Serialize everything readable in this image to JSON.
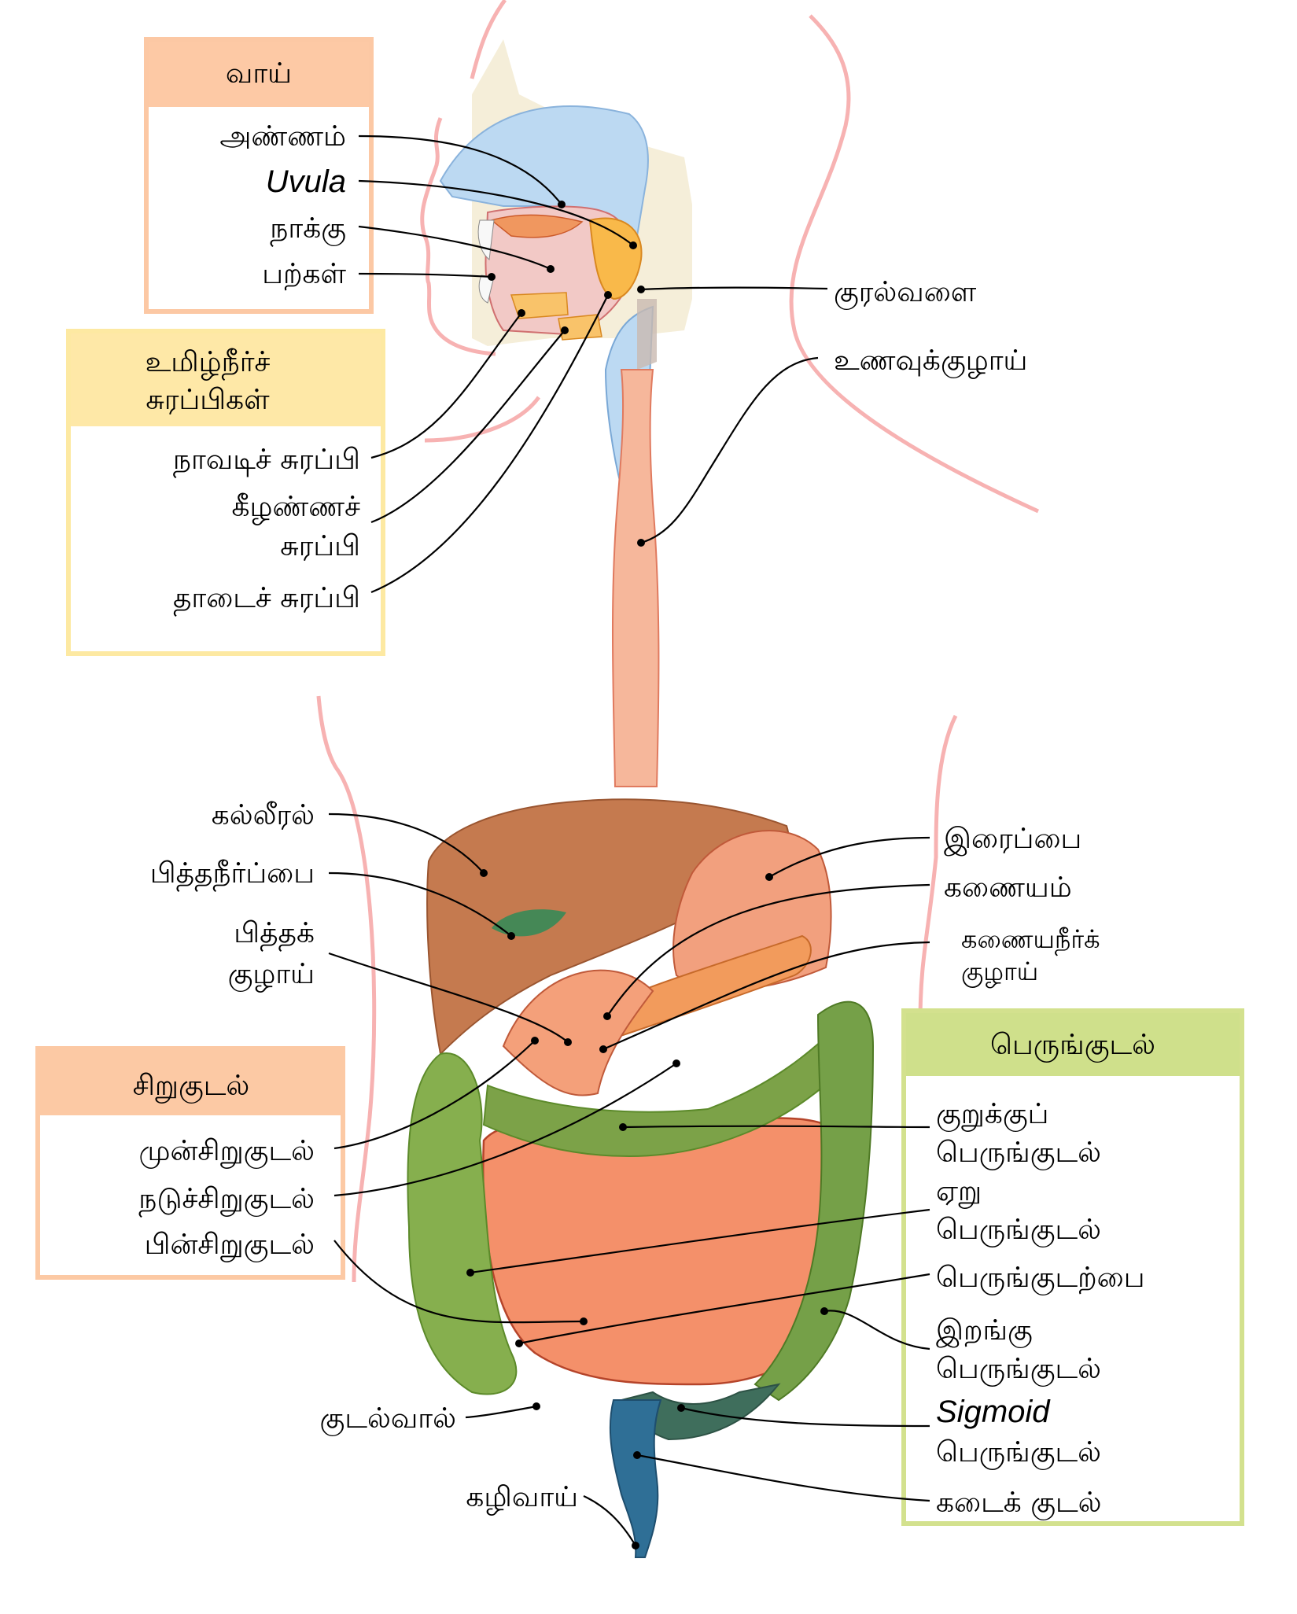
{
  "mouth_box": {
    "title": "வாய்",
    "items": [
      "அண்ணம்",
      "Uvula",
      "நாக்கு",
      "பற்கள்"
    ]
  },
  "salivary_box": {
    "title_line1": "உமிழ்நீர்ச்",
    "title_line2": "சுரப்பிகள்",
    "items": [
      "நாவடிச் சுரப்பி",
      "கீழண்ணச்",
      "சுரப்பி",
      "தாடைச் சுரப்பி"
    ]
  },
  "throat_labels": {
    "pharynx": "குரல்வளை",
    "esophagus": "உணவுக்குழாய்"
  },
  "abdomen_left": {
    "liver": "கல்லீரல்",
    "gallbladder": "பித்தநீர்ப்பை",
    "bile_duct_line1": "பித்தக்",
    "bile_duct_line2": "குழாய்",
    "appendix": "குடல்வால்",
    "anus": "கழிவாய்"
  },
  "abdomen_right": {
    "stomach": "இரைப்பை",
    "pancreas": "கணையம்",
    "pancreatic_duct_line1": "கணையநீர்க்",
    "pancreatic_duct_line2": "குழாய்"
  },
  "small_intestine_box": {
    "title": "சிறுகுடல்",
    "items": [
      "முன்சிறுகுடல்",
      "நடுச்சிறுகுடல்",
      "பின்சிறுகுடல்"
    ]
  },
  "large_intestine_box": {
    "title": "பெருங்குடல்",
    "transverse_1": "குறுக்குப்",
    "transverse_2": "பெருங்குடல்",
    "ascending_1": "ஏறு",
    "ascending_2": "பெருங்குடல்",
    "cecum": "பெருங்குடற்பை",
    "descending_1": "இறங்கு",
    "descending_2": "பெருங்குடல்",
    "sigmoid_1": "Sigmoid",
    "sigmoid_2": "பெருங்குடல்",
    "rectum": "கடைக் குடல்"
  },
  "colors": {
    "mouth_header": "#fdc9a5",
    "mouth_border": "#fcc8a4",
    "salivary_header": "#fee8a7",
    "salivary_border": "#fde9a2",
    "small_header": "#fcc9a4",
    "large_header": "#cfe08b",
    "large_border": "#d3e18e",
    "liver": "#c57a4f",
    "stomach": "#f2a07e",
    "small_intestine": "#f4906a",
    "colon": "#86af4e",
    "esophagus": "#f6b79b"
  }
}
